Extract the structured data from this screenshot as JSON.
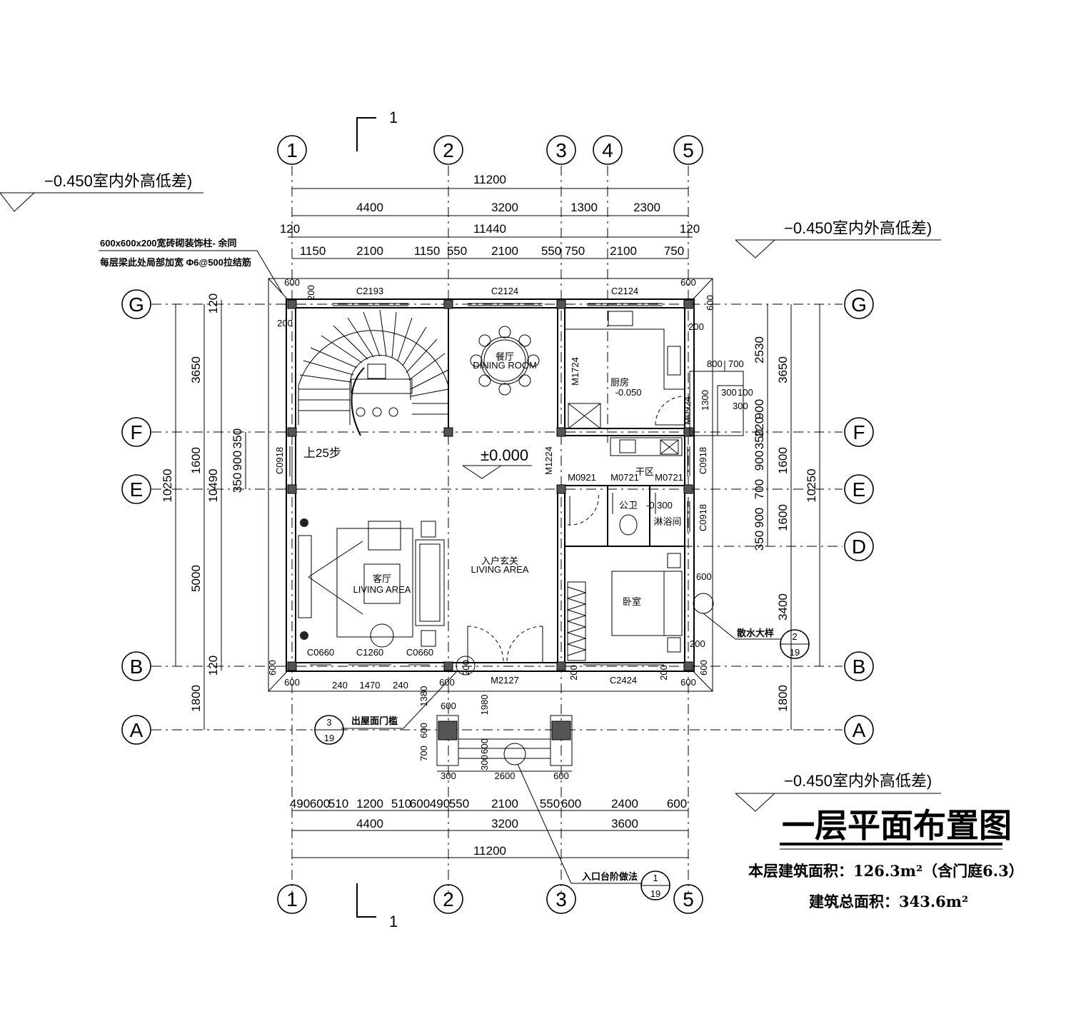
{
  "drawing": {
    "title": "一层平面布置图",
    "area_line1": "本层建筑面积：126.3m²（含门庭6.3）",
    "area_line2": "建筑总面积：343.6m²"
  },
  "axes": {
    "top": [
      "1",
      "2",
      "3",
      "4",
      "5"
    ],
    "bottom": [
      "1",
      "2",
      "3",
      "5"
    ],
    "rows": [
      "G",
      "F",
      "E",
      "D",
      "B",
      "A"
    ]
  },
  "section_marks": {
    "top": "1",
    "bottom": "1"
  },
  "level_notes": {
    "left": "−0.450室内外高低差)",
    "right_top": "−0.450室内外高低差)",
    "right_bottom": "−0.450室内外高低差)",
    "floor": "±0.000"
  },
  "notes": {
    "column_line1": "600x600x200宽砖砌装饰柱- 余同",
    "column_line2": "每层梁此处局部加宽 Φ6@500拉结筋",
    "stair": "上25步",
    "drainage": "散水大样",
    "drainage_ref": [
      "2",
      "19"
    ],
    "door_sill": "出屋面门槛",
    "door_sill_ref": [
      "3",
      "19"
    ],
    "entry_steps": "入口台阶做法",
    "entry_steps_ref": [
      "1",
      "19"
    ]
  },
  "dims_top": {
    "total": "11200",
    "row2": [
      "4400",
      "3200",
      "1300",
      "2300"
    ],
    "row3_total": "11440",
    "row3_ends": [
      "120",
      "120"
    ],
    "row4": [
      "1150",
      "2100",
      "1150",
      "550",
      "2100",
      "550",
      "750",
      "2100",
      "750"
    ]
  },
  "dims_bottom": {
    "row1": [
      "490",
      "600",
      "510",
      "1200",
      "510",
      "600",
      "490",
      "550",
      "2100",
      "550",
      "600",
      "2400",
      "600"
    ],
    "row2": [
      "4400",
      "3200",
      "3600"
    ],
    "total": "11200"
  },
  "dims_left": {
    "outer": "10250",
    "mid": "10490",
    "segments": [
      "3650",
      "1600",
      "5000"
    ],
    "small": [
      "120",
      "350",
      "900",
      "350",
      "120"
    ],
    "bottom": "1800"
  },
  "dims_right": {
    "outer": "10250",
    "segments": [
      "3650",
      "1600",
      "3400"
    ],
    "inner": [
      "2530",
      "900",
      "220",
      "350",
      "900",
      "700",
      "900",
      "350"
    ],
    "lower": [
      "1600",
      "1800"
    ],
    "misc": [
      "800",
      "700",
      "1300",
      "300",
      "100",
      "300",
      "200",
      "600",
      "200"
    ]
  },
  "windows": [
    "C2193",
    "C2124",
    "C2124",
    "C0918",
    "C0918",
    "C0918",
    "C0660",
    "C1260",
    "C0660",
    "C2424"
  ],
  "doors": [
    "M1724",
    "M0924",
    "M1224",
    "M0921",
    "M0721",
    "M0721",
    "M2127"
  ],
  "rooms": {
    "dining": "餐厅",
    "dining_en": "DINING ROOM",
    "kitchen": "厨房",
    "kitchen_level": "-0.050",
    "dry_zone": "干区",
    "toilet": "公卫",
    "toilet_level": "-0.300",
    "shower": "淋浴间",
    "bedroom": "卧室",
    "foyer": "入户玄关",
    "foyer_en": "LIVING    AREA",
    "living": "客厅",
    "living_en": "LIVING AREA"
  },
  "misc_dims": [
    "600",
    "600",
    "200",
    "200",
    "200",
    "600",
    "240",
    "1470",
    "240",
    "600",
    "200",
    "1380",
    "1980",
    "600",
    "700",
    "600",
    "300",
    "300",
    "100",
    "2600",
    "600",
    "200",
    "200",
    "600",
    "200"
  ]
}
